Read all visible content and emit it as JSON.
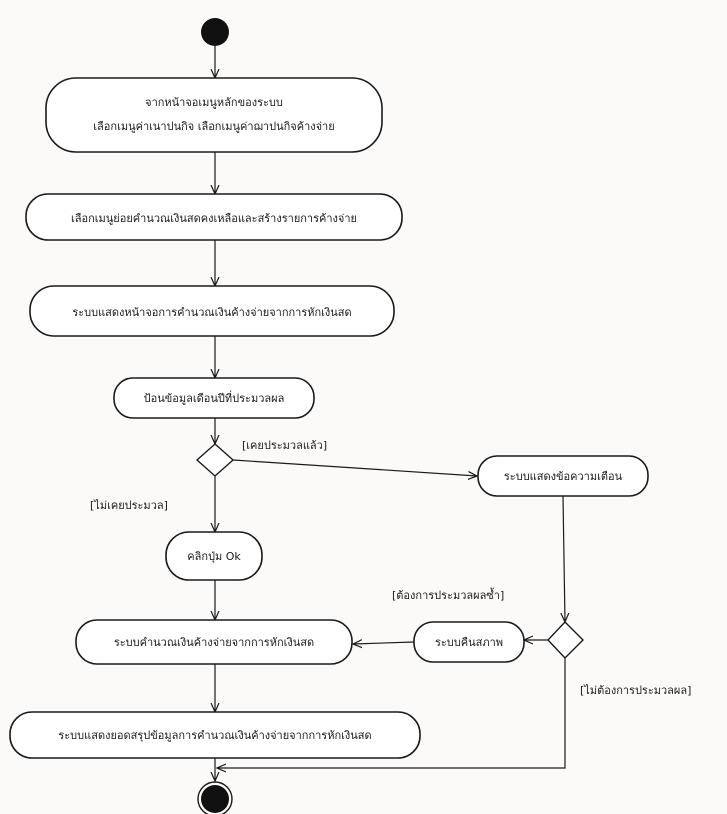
{
  "diagram": {
    "actions": {
      "main_menu_line1": "จากหน้าจอเมนูหลักของระบบ",
      "main_menu_line2": "เลือกเมนูค่าเนาปนกิจ   เลือกเมนูค่าฌาปนกิจค้างจ่าย",
      "select_submenu": "เลือกเมนูย่อยคำนวณเงินสดคงเหลือและสร้างรายการค้างจ่าย",
      "show_calc_screen": "ระบบแสดงหน้าจอการคำนวณเงินค้างจ่ายจากการหักเงินสด",
      "enter_month_year": "ป้อนข้อมูลเดือนปีที่ประมวลผล",
      "click_ok": "คลิกปุ่ม Ok",
      "show_warning": "ระบบแสดงข้อความเตือน",
      "calculate": "ระบบคำนวณเงินค้างจ่ายจากการหักเงินสด",
      "restore": "ระบบคืนสภาพ",
      "show_summary": "ระบบแสดงยอดสรุปข้อมูลการคำนวณเงินค้างจ่ายจากการหักเงินสด"
    },
    "guards": {
      "already_processed": "[เคยประมวลแล้ว]",
      "not_processed": "[ไม่เคยประมวล]",
      "want_reprocess": "[ต้องการประมวลผลซ้ำ]",
      "no_reprocess": "[ไม่ต้องการประมวลผล]"
    }
  }
}
